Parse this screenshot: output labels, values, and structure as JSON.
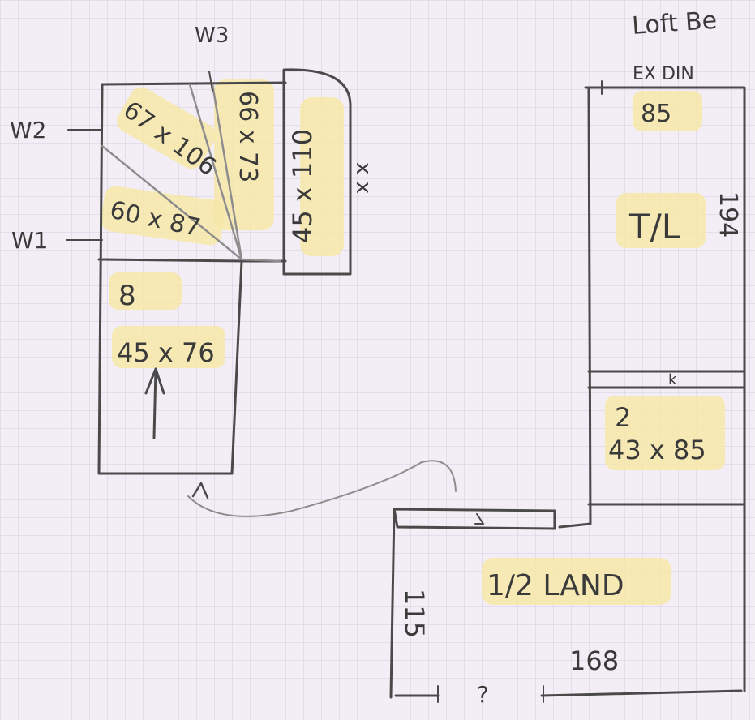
{
  "title": "Loft Be",
  "labels": {
    "w3": "W3",
    "w2": "W2",
    "w1": "W1",
    "winder3": "66 x 73",
    "winder2": "67 x 106",
    "winder1": "60 x 87",
    "cupboard": "45 x 110",
    "cross_marks": "x x",
    "straight_count": "8",
    "straight_size": "45 x 76",
    "ex_din": "EX DIN",
    "ex_din_value": "85",
    "tl": "T/L",
    "tl_length": "194",
    "k_mark": "k",
    "lower_count": "2",
    "lower_size": "43 x 85",
    "half_land": "1/2 LAND",
    "land_depth": "115",
    "land_width": "168",
    "question": "?"
  },
  "colors": {
    "paper": "#f3eef6",
    "grid": "#cfc6dc",
    "highlight": "#f6e7a8",
    "ink": "#4a4a4a"
  }
}
